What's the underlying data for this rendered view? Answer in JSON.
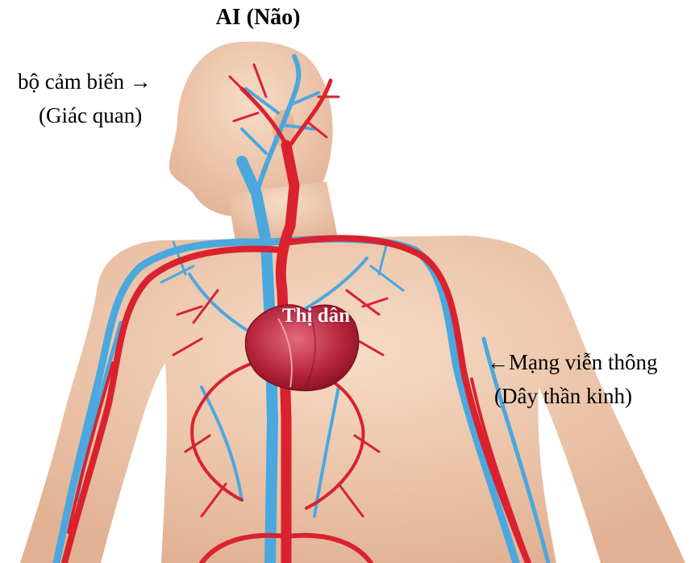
{
  "title": "AI (Não)",
  "left_label": {
    "line1": "bộ cảm biến →",
    "line2": "(Giác quan)"
  },
  "center_label": "Thị dân",
  "right_label": {
    "line1": "←Mạng viễn thông",
    "line2": "(Dây thần kinh)"
  },
  "colors": {
    "artery": "#d9222e",
    "vein": "#4aa8de",
    "skin": "#f0cdb0",
    "heart": "#b8263a"
  },
  "figure": "human-circulatory-system-illustration"
}
